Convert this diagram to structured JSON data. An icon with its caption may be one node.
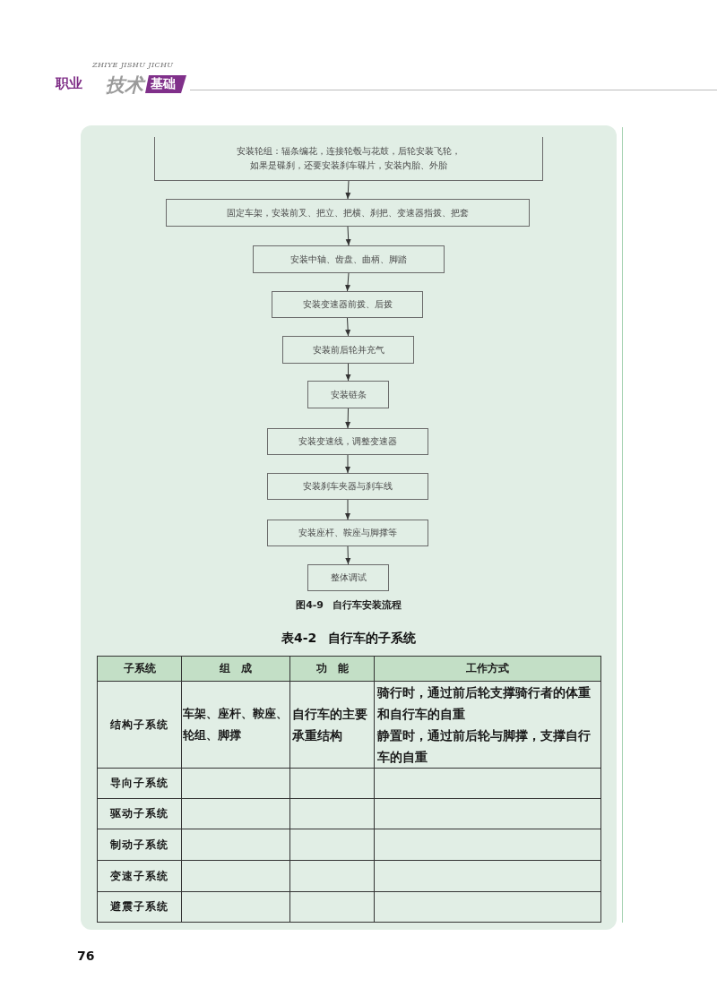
{
  "diagram": {
    "caption": "图4-9 自行车安装流程",
    "nodes": [
      {
        "text": [
          "安装轮组：辐条编花，连接轮毂与花鼓，后轮安装飞轮，如果是碟刹，还要安装刹车碟片，安装内胎、外胎"
        ]
      },
      {
        "text": [
          "固定车架，安装前叉、把立、把横、刹把、变速器指拨、把套"
        ]
      },
      {
        "text": [
          "安装中轴、齿盘、曲柄、脚踏"
        ]
      },
      {
        "text": [
          "安装变速器前拨、后拨"
        ]
      },
      {
        "text": [
          "安装前后轮并充气"
        ]
      },
      {
        "text": [
          "安装链条"
        ]
      },
      {
        "text": [
          "安装变速线，调整变速器"
        ]
      },
      {
        "text": [
          "安装刹车夹器与刹车线"
        ]
      },
      {
        "text": [
          "安装座杆、鞍座与脚撑等"
        ]
      },
      {
        "text": [
          "整体调试"
        ]
      }
    ],
    "edges": [
      {
        "from": 0,
        "to": 1,
        "arrow": "to"
      },
      {
        "from": 1,
        "to": 2,
        "arrow": "to"
      },
      {
        "from": 2,
        "to": 3,
        "arrow": "to"
      },
      {
        "from": 3,
        "to": 4,
        "arrow": "to"
      },
      {
        "from": 4,
        "to": 5,
        "arrow": "to"
      },
      {
        "from": 5,
        "to": 6,
        "arrow": "to"
      },
      {
        "from": 6,
        "to": 7,
        "arrow": "to"
      },
      {
        "from": 7,
        "to": 8,
        "arrow": "to"
      },
      {
        "from": 8,
        "to": 9,
        "arrow": "to"
      }
    ],
    "labels": [
      "ZHIYE JISHU JICHU",
      "职业",
      "技术",
      "基础",
      "表4-2 自行车的子系统",
      "子系统",
      "组　成",
      "功　能",
      "工作方式",
      "结构子系统",
      "车架、座杆、鞍座、轮组、脚撑",
      "自行车的主要承重结构",
      "骑行时，通过前后轮支撑骑行者的体重和自行车的自重",
      "静置时，通过前后轮与脚撑，支撑自行车的自重",
      "导向子系统",
      "驱动子系统",
      "制动子系统",
      "变速子系统",
      "避震子系统",
      "76"
    ]
  }
}
